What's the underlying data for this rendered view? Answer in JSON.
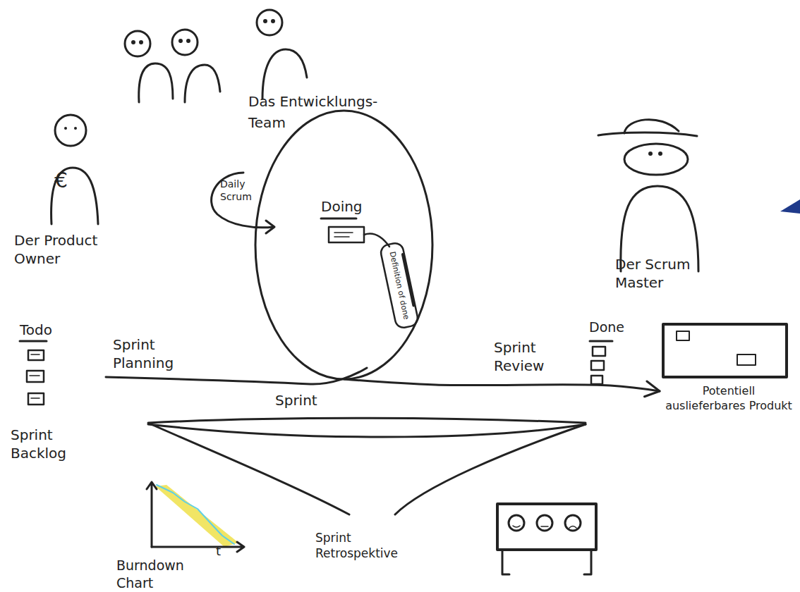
{
  "diagram": {
    "nodes": [
      {
        "text": [
          "€",
          "Der Product Owner"
        ]
      },
      {
        "text": [
          "Das Entwicklungs- Team",
          "Doing"
        ]
      },
      {
        "text": [
          "Definition of done"
        ],
        "in": 1
      },
      {
        "text": [
          "Potentiell auslieferbares Produkt"
        ]
      }
    ],
    "edges": [
      {
        "from": 1,
        "to": 3,
        "arrow": "to"
      }
    ],
    "labels": [
      "Daily Scrum",
      "Der Scrum Master",
      "Todo",
      "Sprint Planning",
      "Sprint",
      "Sprint Review",
      "Done",
      "Sprint Backlog",
      "Burndown Chart",
      "t",
      "Sprint Retrospektive"
    ]
  }
}
